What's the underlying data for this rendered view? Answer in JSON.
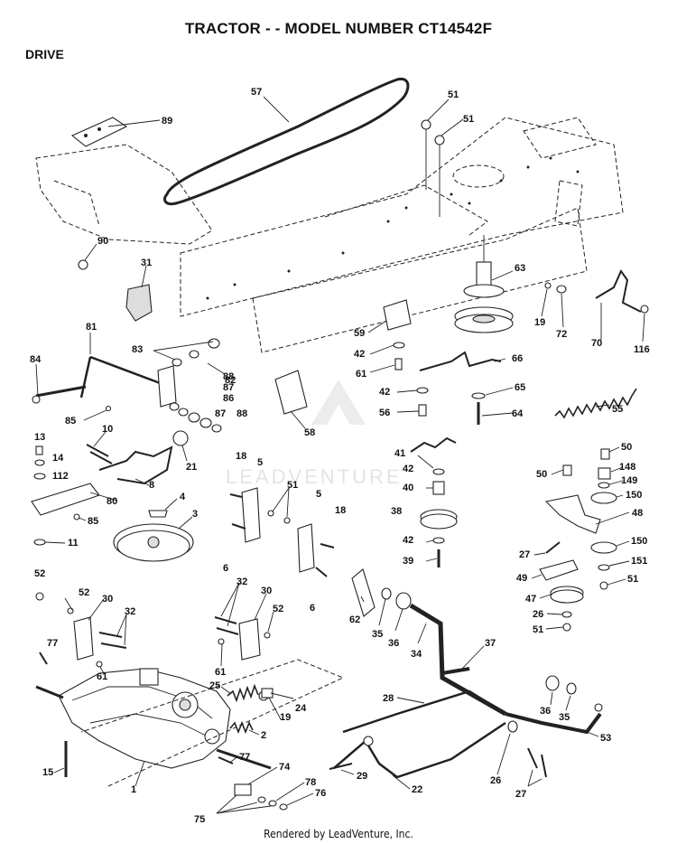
{
  "header": {
    "title": "TRACTOR - - MODEL NUMBER CT14542F",
    "section": "DRIVE"
  },
  "footer": {
    "text": "Rendered by LeadVenture, Inc."
  },
  "watermark": {
    "text": "LEADVENTURE"
  },
  "callouts": {
    "c89": "89",
    "c57": "57",
    "c51a": "51",
    "c51b": "51",
    "c90": "90",
    "c31": "31",
    "c63": "63",
    "c19a": "19",
    "c72": "72",
    "c70": "70",
    "c116": "116",
    "c59": "59",
    "c42a": "42",
    "c61a": "61",
    "c66": "66",
    "c42b": "42",
    "c56": "56",
    "c65": "65",
    "c64": "64",
    "c55": "55",
    "c58": "58",
    "c81": "81",
    "c83": "83",
    "c82": "82",
    "c84": "84",
    "c88a": "88",
    "c87a": "87",
    "c86": "86",
    "c87b": "87",
    "c88b": "88",
    "c85a": "85",
    "c10": "10",
    "c13": "13",
    "c14": "14",
    "c112": "112",
    "c80": "80",
    "c85b": "85",
    "c11": "11",
    "c8": "8",
    "c21": "21",
    "c4": "4",
    "c3": "3",
    "c18a": "18",
    "c5a": "5",
    "c51c": "51",
    "c5b": "5",
    "c18b": "18",
    "c6a": "6",
    "c6b": "6",
    "c41": "41",
    "c42c": "42",
    "c40": "40",
    "c38": "38",
    "c42d": "42",
    "c39": "39",
    "c50a": "50",
    "c50b": "50",
    "c148": "148",
    "c149": "149",
    "c150a": "150",
    "c48": "48",
    "c27a": "27",
    "c150b": "150",
    "c151": "151",
    "c49": "49",
    "c51d": "51",
    "c47": "47",
    "c26a": "26",
    "c51e": "51",
    "c52a": "52",
    "c52b": "52",
    "c30a": "30",
    "c32a": "32",
    "c77a": "77",
    "c61b": "61",
    "c32b": "32",
    "c30b": "30",
    "c52c": "52",
    "c61c": "61",
    "c62": "62",
    "c35a": "35",
    "c36a": "36",
    "c34": "34",
    "c37": "37",
    "c25": "25",
    "c19b": "19",
    "c24": "24",
    "c2": "2",
    "c77b": "77",
    "c15": "15",
    "c1": "1",
    "c74": "74",
    "c78": "78",
    "c76": "76",
    "c75": "75",
    "c28": "28",
    "c29": "29",
    "c22": "22",
    "c36b": "36",
    "c35b": "35",
    "c53": "53",
    "c26b": "26",
    "c27b": "27"
  }
}
